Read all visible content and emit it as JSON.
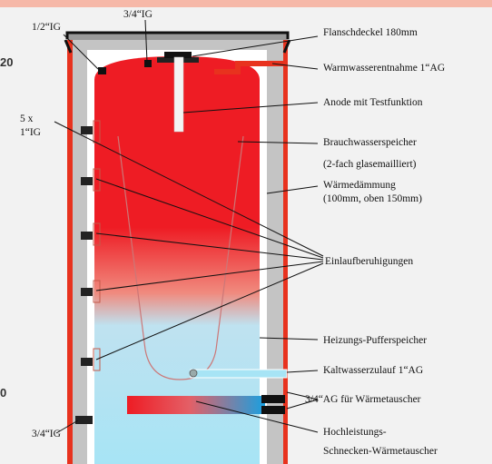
{
  "labels": {
    "flange": "Flanschdeckel 180mm",
    "hot_water_outlet": "Warmwasserentnahme 1“AG",
    "anode": "Anode mit Testfunktion",
    "dhw_tank": "Brauchwasserspeicher",
    "dhw_tank_note": "(2-fach glasemailliert)",
    "insulation": "Wärmedämmung",
    "insulation_note": "(100mm, oben 150mm)",
    "inlet_dampers": "Einlaufberuhigungen",
    "buffer": "Heizungs-Pufferspeicher",
    "cold_inlet": "Kaltwasserzulauf 1“AG",
    "heat_exchanger_conn": "3/4“AG für Wärmetauscher",
    "coil_line1": "Hochleistungs-",
    "coil_line2": "Schnecken-Wärmetauscher",
    "port_half_inch": "1/2“IG",
    "port_three_quarter_top": "3/4“IG",
    "ports_count": "5 x",
    "ports_size": "1“IG",
    "port_three_quarter_bottom": "3/4“IG",
    "edge_top": "20",
    "edge_bottom": "0"
  },
  "colors": {
    "hot": "#ee1c24",
    "cold": "#a7e4f5",
    "insulation": "#c4c4c4",
    "jacket": "#ffffff",
    "outer_shell": "#e8321e",
    "fittings": "#222222"
  }
}
